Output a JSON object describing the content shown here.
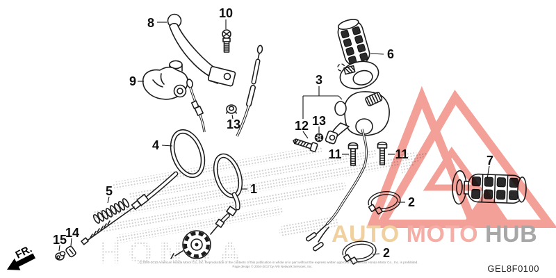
{
  "diagram": {
    "code": "GEL8F0100",
    "fr_label": "FR.",
    "callouts": [
      {
        "part": "8"
      },
      {
        "part": "10"
      },
      {
        "part": "9"
      },
      {
        "part": "13"
      },
      {
        "part": "4"
      },
      {
        "part": "5"
      },
      {
        "part": "1"
      },
      {
        "part": "14"
      },
      {
        "part": "15"
      },
      {
        "part": "6"
      },
      {
        "part": "3"
      },
      {
        "part": "12"
      },
      {
        "part": "13"
      },
      {
        "part": "11"
      },
      {
        "part": "11"
      },
      {
        "part": "2"
      },
      {
        "part": "2"
      },
      {
        "part": "7"
      }
    ]
  },
  "watermarks": {
    "brand": {
      "segment1": "AUTO",
      "segment2": "MOTO",
      "segment3": "HUB"
    },
    "brand_colors": {
      "segment1": "#EFCB94",
      "segment2": "#F4A49C",
      "segment3": "#9D9D9D",
      "triangle": "#F2968E"
    },
    "background_text": "HONDA"
  },
  "footer": {
    "copyright_line1": "© 2000-2010 American Honda Motor Co., Inc. Reproduction of the contents of this publication in whole or in part without the express written approval of American Honda Motor Co., Inc. is prohibited.",
    "copyright_line2": "Page design © 2004-2017 by ARI Network Services, Inc."
  }
}
